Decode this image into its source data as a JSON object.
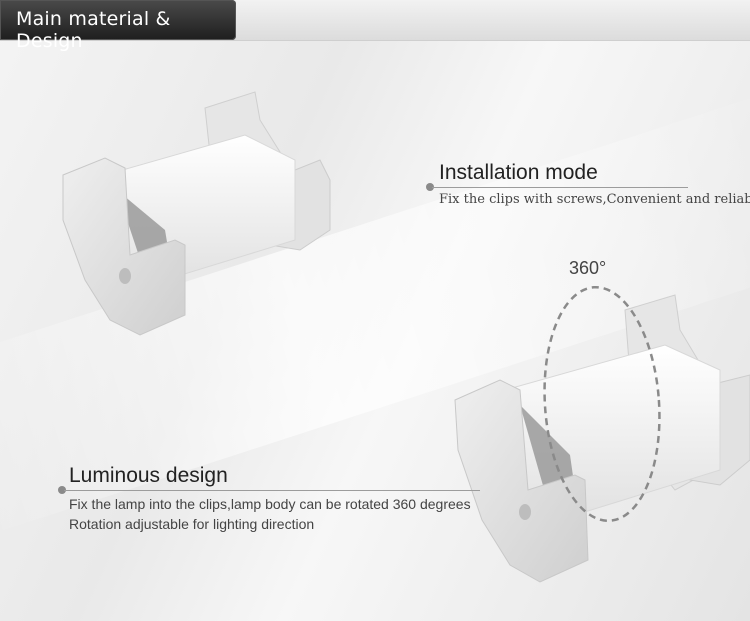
{
  "header": {
    "title": "Main material & Design"
  },
  "installation": {
    "heading": "Installation  mode",
    "desc": "Fix the clips with screws,Convenient and reliable"
  },
  "rotation": {
    "label": "360°"
  },
  "luminous": {
    "heading": "Luminous design",
    "desc1": "Fix the lamp into the clips,lamp body can be rotated 360 degrees",
    "desc2": "Rotation adjustable for lighting direction"
  }
}
